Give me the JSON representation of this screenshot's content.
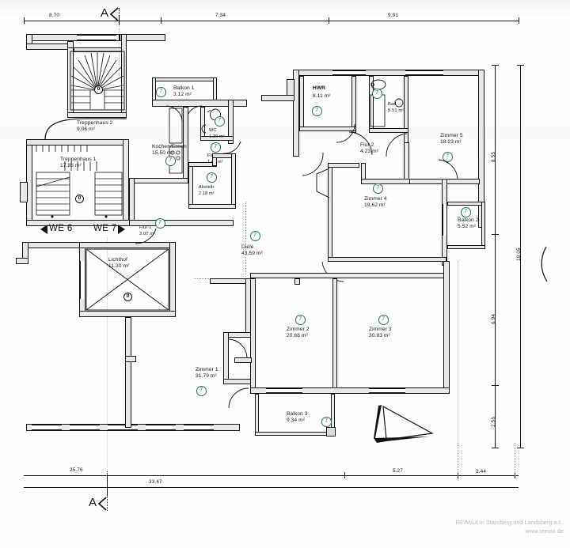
{
  "sheet": {
    "type": "architectural-floor-plan",
    "section_marker_top": "A",
    "section_marker_bottom": "A",
    "north_arrow": "north-arrow",
    "unit_markers": [
      {
        "label": "WE 6",
        "direction": "left"
      },
      {
        "label": "WE 7",
        "direction": "right"
      }
    ],
    "level_markers": [
      "0",
      "0",
      "0"
    ]
  },
  "rooms": [
    {
      "id": "balkon1",
      "name": "Balkon 1",
      "area": "3.12 m²",
      "badge": "7"
    },
    {
      "id": "treppenhaus2",
      "name": "Treppenhaus 2",
      "area": "9.06 m²",
      "badge": ""
    },
    {
      "id": "treppenhaus1",
      "name": "Treppenhaus 1",
      "area": "17.86 m²",
      "badge": ""
    },
    {
      "id": "kochen_essen",
      "name": "Kochen/Essen",
      "area": "15.50 m²",
      "badge": "7"
    },
    {
      "id": "wc",
      "name": "WC",
      "area": "1.30 m²",
      "badge": "7"
    },
    {
      "id": "flur3",
      "name": "Flur 3",
      "area": "1.46 m²",
      "badge": "7"
    },
    {
      "id": "abstellr",
      "name": "Abstellr",
      "area": "2.18 m²",
      "badge": "7"
    },
    {
      "id": "flur1",
      "name": "Flur 1",
      "area": "3.07 m²",
      "badge": "7"
    },
    {
      "id": "lichthof",
      "name": "Lichthof",
      "area": "11.30 m²",
      "badge": ""
    },
    {
      "id": "diele",
      "name": "Diele",
      "area": "43.59 m²",
      "badge": "7"
    },
    {
      "id": "hwr",
      "name": "HWR",
      "area": "8.11 m²",
      "badge": "7"
    },
    {
      "id": "bad",
      "name": "Bad",
      "area": "5.51 m²",
      "badge": "7"
    },
    {
      "id": "flur2",
      "name": "Flur 2",
      "area": "4.23 m²",
      "badge": ""
    },
    {
      "id": "zimmer5",
      "name": "Zimmer 5",
      "area": "18.23 m²",
      "badge": "7"
    },
    {
      "id": "zimmer4",
      "name": "Zimmer 4",
      "area": "19.62 m²",
      "badge": "7"
    },
    {
      "id": "balkon2",
      "name": "Balkon 2",
      "area": "5.52 m²",
      "badge": "7"
    },
    {
      "id": "zimmer2",
      "name": "Zimmer 2",
      "area": "20.68 m²",
      "badge": "7"
    },
    {
      "id": "zimmer3",
      "name": "Zimmer 3",
      "area": "30.93 m²",
      "badge": "7"
    },
    {
      "id": "zimmer1",
      "name": "Zimmer 1",
      "area": "31.79 m²",
      "badge": "7"
    },
    {
      "id": "balkon3",
      "name": "Balkon 3",
      "area": "9.34 m²",
      "badge": "7"
    }
  ],
  "dimensions": {
    "top": [
      "8.70",
      "7.34",
      "9.91"
    ],
    "right": [
      "8.55",
      "6.94",
      "2.56",
      "18.05"
    ],
    "bottom": [
      "25.76",
      "33.47",
      "5.27",
      "2.44"
    ]
  },
  "footer": {
    "line1": "RE/MAX in Starnberg und Landsberg a.L.",
    "line2": "www.remax.de"
  }
}
